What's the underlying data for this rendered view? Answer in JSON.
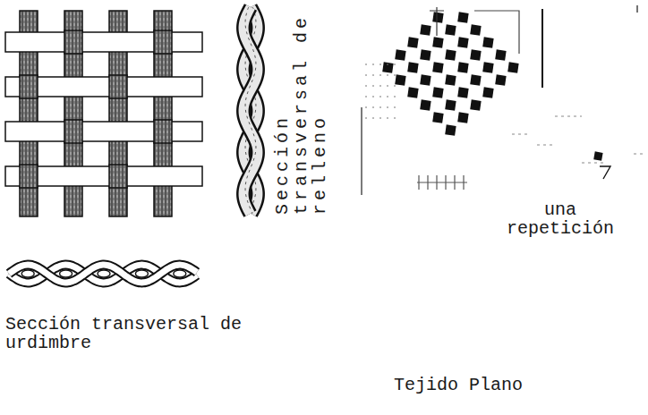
{
  "diagram": {
    "caption": "Tejido Plano",
    "labels": [
      "Sección transversal de relleno",
      "una repetición",
      "Sección transversal de urdimbre"
    ]
  }
}
